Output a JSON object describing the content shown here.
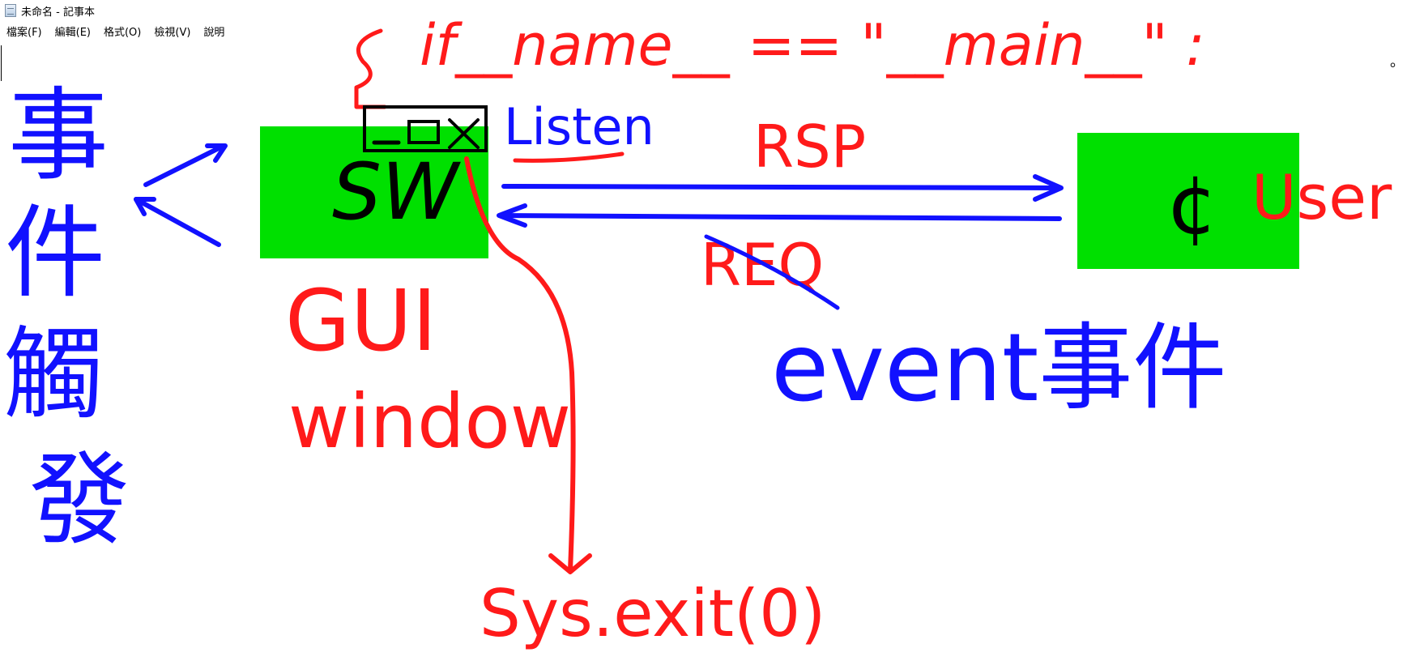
{
  "window": {
    "title": "未命名 - 記事本"
  },
  "menu": {
    "items": [
      "檔案(F)",
      "編輯(E)",
      "格式(O)",
      "檢視(V)",
      "說明"
    ]
  },
  "colors": {
    "green_box": "#00e000",
    "red_ink": "#ff1a1a",
    "blue_ink": "#1111ff",
    "black_ink": "#000000"
  },
  "drawing": {
    "top_code": "if__name__ == \"__main__\" :",
    "listen": "Listen",
    "rsp": "RSP",
    "req": "REQ",
    "sw": "SW",
    "user": "User",
    "user_prefix": "¢",
    "gui": "GUI",
    "window_word": "window",
    "event": "event事件",
    "exit": "Sys.exit(0)",
    "left_vertical": [
      "事",
      "件",
      "觸",
      "發"
    ],
    "dot": "。"
  }
}
